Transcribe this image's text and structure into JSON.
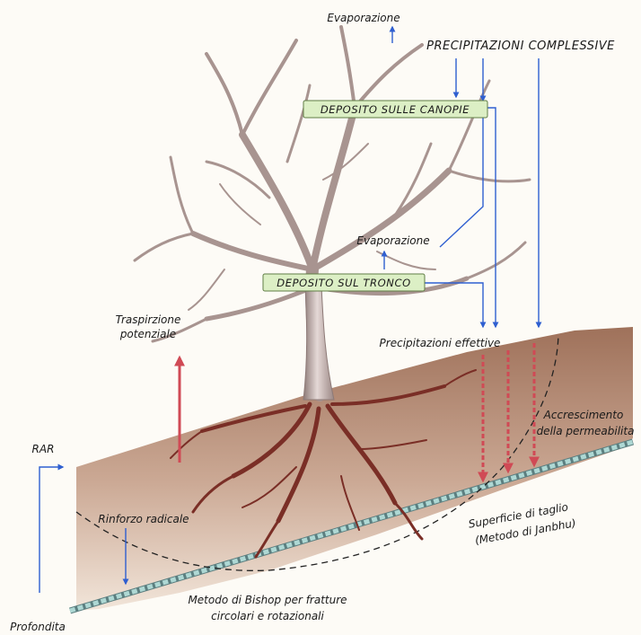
{
  "labels": {
    "evaporation_top": "Evaporazione",
    "total_precipitation": "PRECIPITAZIONI COMPLESSIVE",
    "canopy_deposit": "DEPOSITO SULLE CANOPIE",
    "evaporation_mid": "Evaporazione",
    "trunk_deposit": "DEPOSITO SUL TRONCO",
    "potential_transpiration_line1": "Traspirzione",
    "potential_transpiration_line2": "potenziale",
    "effective_precipitation": "Precipitazioni effettive",
    "permeability_line1": "Accrescimento",
    "permeability_line2": "della permeabilita",
    "rar": "RAR",
    "root_reinforcement": "Rinforzo radicale",
    "cut_surface_line1": "Superficie di taglio",
    "cut_surface_line2": "(Metodo di Janbhu)",
    "bishop_line1": "Metodo di Bishop per fratture",
    "bishop_line2": "circolari e rotazionali",
    "depth": "Profondita"
  },
  "colors": {
    "soil": "#9a6a52",
    "soil_light": "#e7d3c3",
    "water_flow": "#2f5fd0",
    "transpiration": "#d04a55",
    "label_box": "#dcefc5",
    "bedrock_line": "#aed8d4",
    "tree_bark": "#bfa9a5",
    "roots": "#7a2e26"
  }
}
